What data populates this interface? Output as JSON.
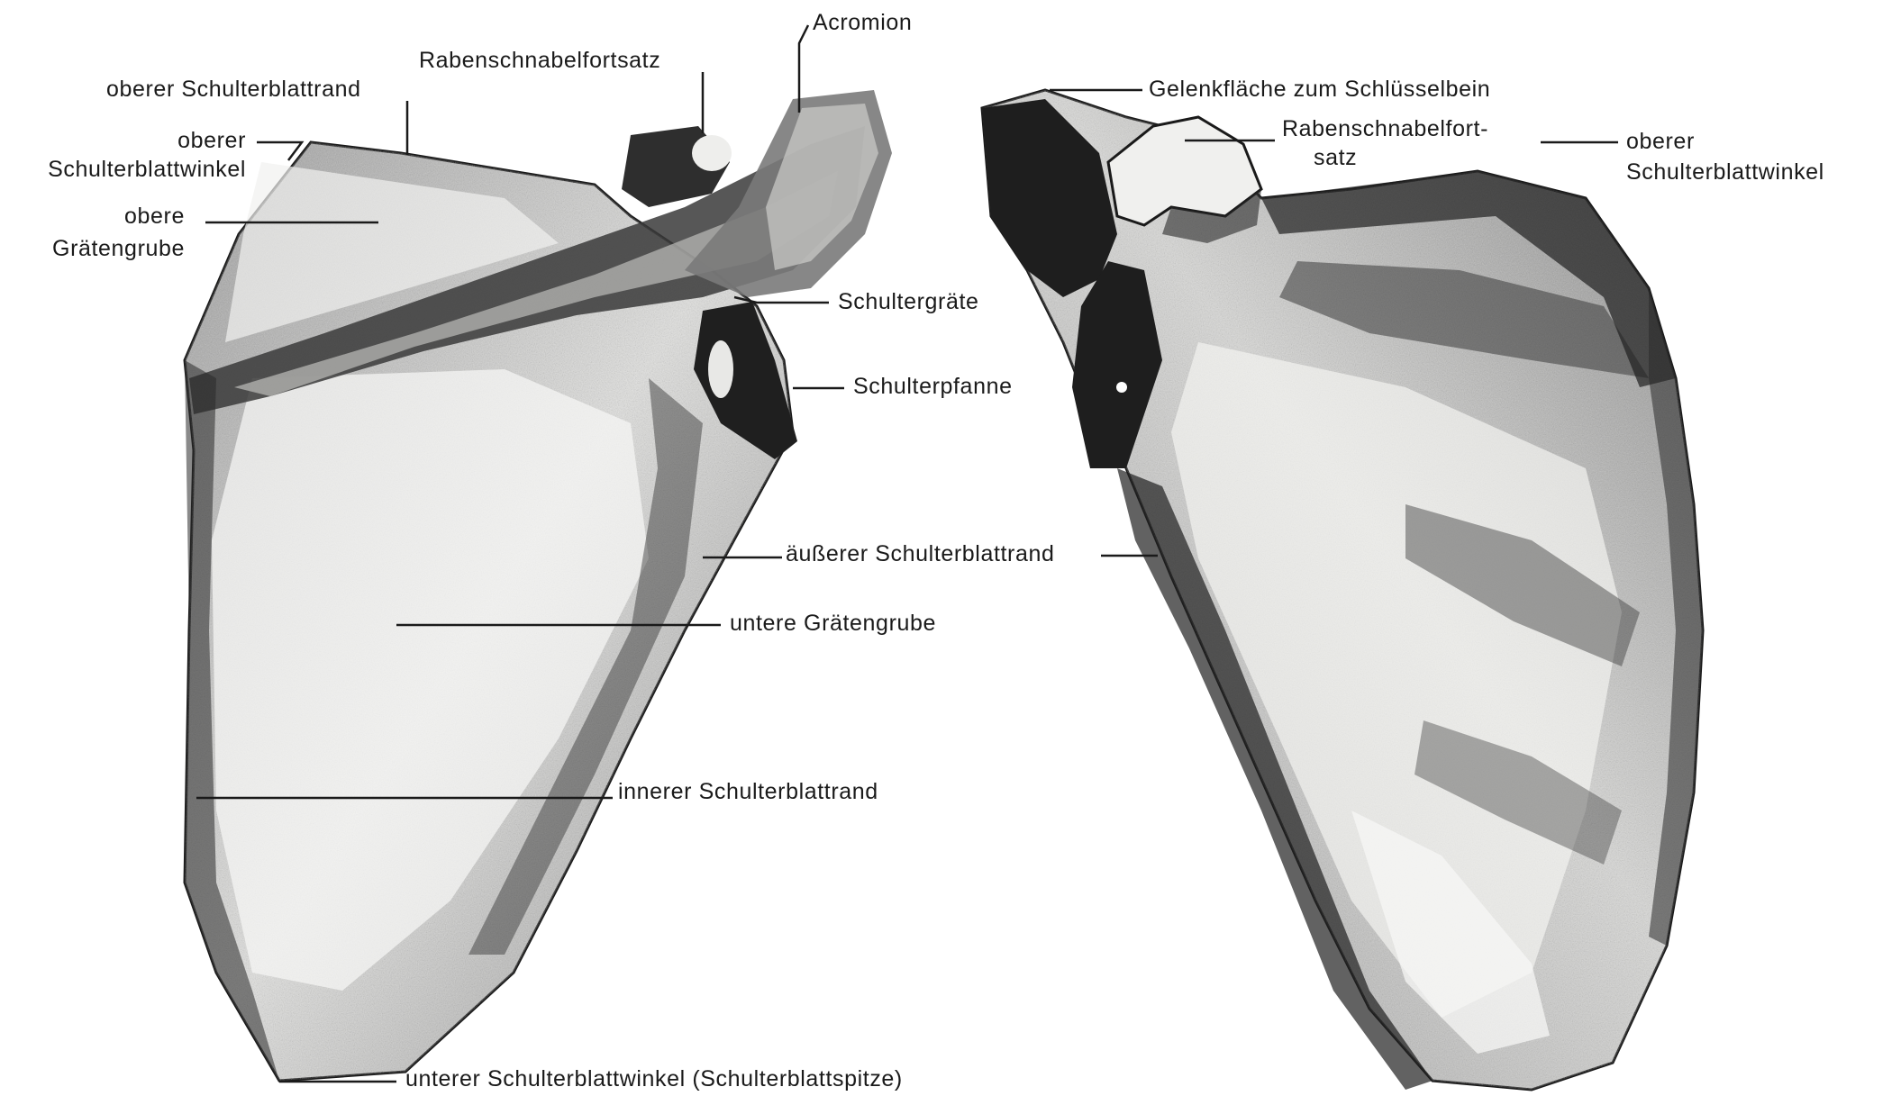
{
  "labels": {
    "acromion": "Acromion",
    "rabenschnabelfortsatz_left": "Rabenschnabelfortsatz",
    "oberer_schulterblattrand": "oberer Schulterblattrand",
    "oberer_schulterblattwinkel_left_1": "oberer",
    "oberer_schulterblattwinkel_left_2": "Schulterblattwinkel",
    "obere_graetengrube_1": "obere",
    "obere_graetengrube_2": "Grätengrube",
    "schultergraete": "Schultergräte",
    "schulterpfanne": "Schulterpfanne",
    "aeusserer_schulterblattrand": "äußerer Schulterblattrand",
    "untere_graetengrube": "untere Grätengrube",
    "innerer_schulterblattrand": "innerer Schulterblattrand",
    "unterer_schulterblattwinkel": "unterer Schulterblattwinkel (Schulterblattspitze)",
    "gelenkflaeche": "Gelenkfläche zum Schlüsselbein",
    "rabenschnabelfortsatz_right_1": "Rabenschnabelfort-",
    "rabenschnabelfortsatz_right_2": "satz",
    "oberer_schulterblattwinkel_right_1": "oberer",
    "oberer_schulterblattwinkel_right_2": "Schulterblattwinkel"
  },
  "colors": {
    "ink": "#1a1a1a",
    "shadow": "#2b2b2b",
    "bone": "#f4f4f2"
  }
}
